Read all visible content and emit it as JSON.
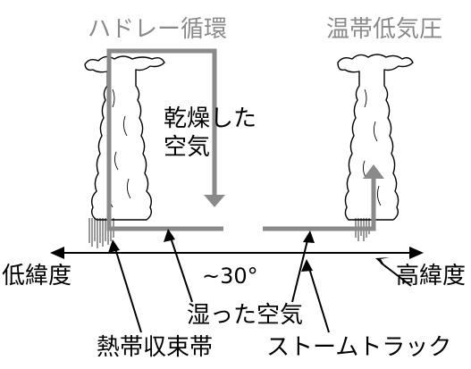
{
  "labels": {
    "hadley": "ハドレー循環",
    "cyclone": "温帯低気圧",
    "dry_air": "乾燥した",
    "dry_air_2": "空気",
    "low_latitude": "低緯度",
    "high_latitude": "高緯度",
    "latitude_30": "~30°",
    "moist_air": "湿った空気",
    "itcz": "熱帯収束帯",
    "storm_track": "ストームトラック"
  },
  "colors": {
    "circulation": "#8a8a8a",
    "ink": "#000000",
    "background": "#ffffff"
  },
  "icons": {
    "cloud_left": "cumulonimbus-icon",
    "cloud_right": "cumulonimbus-icon",
    "rain_left": "rain-icon",
    "rain_right": "rain-icon"
  }
}
